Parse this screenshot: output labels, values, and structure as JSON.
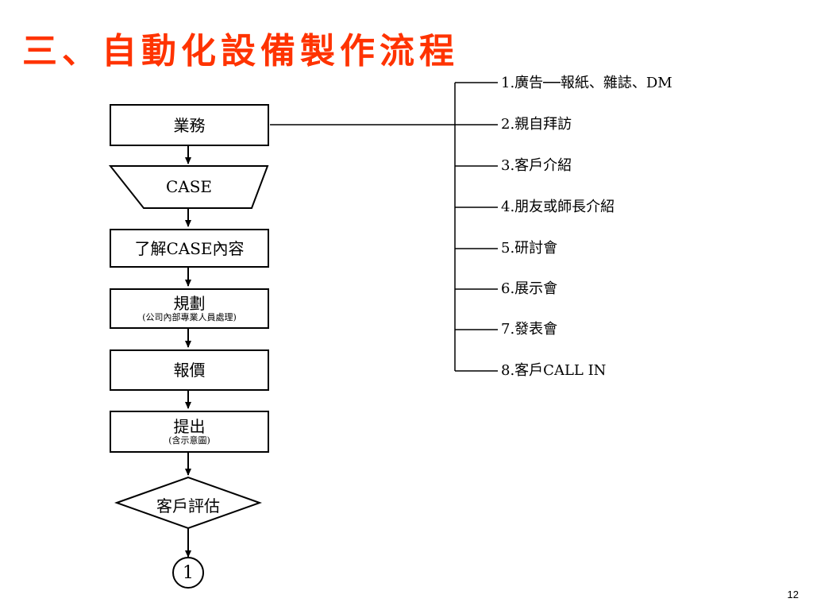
{
  "title": "三、自動化設備製作流程",
  "flow": {
    "business": "業務",
    "case": "CASE",
    "understand": "了解CASE內容",
    "plan": "規劃",
    "plan_note": "(公司內部專業人員處理)",
    "quote": "報價",
    "propose": "提出",
    "propose_note": "(含示意圖)",
    "evaluate": "客戶評估",
    "connector": "1"
  },
  "sources": [
    "1.廣告──報紙、雜誌、DM",
    "2.親自拜訪",
    "3.客戶介紹",
    "4.朋友或師長介紹",
    "5.研討會",
    "6.展示會",
    "7.發表會",
    "8.客戶CALL IN"
  ],
  "page_number": "12",
  "colors": {
    "title": "#ff3300"
  }
}
